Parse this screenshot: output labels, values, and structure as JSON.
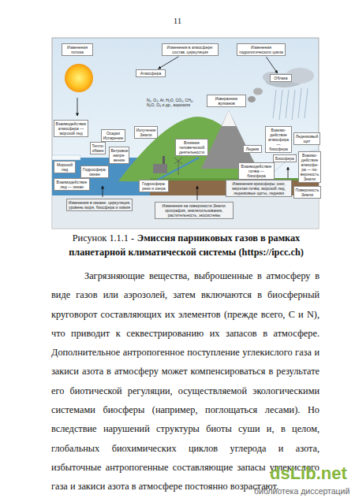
{
  "diagram": {
    "caption": "Эмиссия парниковых газов в рамках планетарной климатической системы (https://ipcc.ch)",
    "nodes": [
      {
        "text": [
          "Изменения потока"
        ]
      },
      {
        "text": [
          "Изменения в атмосфере: состав, циркуляция"
        ]
      },
      {
        "text": [
          "Изменения гидрологического цикла"
        ]
      },
      {
        "text": [
          "Атмосфера"
        ]
      },
      {
        "text": [
          "Облака"
        ]
      },
      {
        "text": [
          "Извержение вулканов"
        ]
      },
      {
        "text": [
          "Взаимодействие атмосфера — морской лед"
        ]
      },
      {
        "text": [
          "Тепло- обмен"
        ]
      },
      {
        "text": [
          "Осадки Испарение"
        ]
      },
      {
        "text": [
          "Ветровое напря- жение"
        ]
      },
      {
        "text": [
          "Излучение Земли"
        ]
      },
      {
        "text": [
          "Влияние человеческой деятельности"
        ]
      },
      {
        "text": [
          "Ледник"
        ]
      },
      {
        "text": [
          "Взаимо- действие атмосфера — биосфера"
        ]
      },
      {
        "text": [
          "Ледниковый щит"
        ]
      },
      {
        "text": [
          "Биосфера"
        ]
      },
      {
        "text": [
          "Взаимо- действие атмосфе- ра — по- верхность Земли"
        ]
      },
      {
        "text": [
          "Взаимодействие почва — биосфера"
        ]
      },
      {
        "text": [
          "Поверхность Земли"
        ]
      },
      {
        "text": [
          "Морской лед"
        ]
      },
      {
        "text": [
          "Гидросфера: океан"
        ]
      },
      {
        "text": [
          "Взаимодействие лед — океан"
        ]
      },
      {
        "text": [
          "Гидросфера: реки и озера"
        ]
      },
      {
        "text": [
          "Изменения в океане: циркуляция, уровень моря, биосфера и химия"
        ]
      },
      {
        "text": [
          "Изменения на поверхности Земли: орография, землепользование, растительность, экосистемы"
        ]
      },
      {
        "text": [
          "Изменения криосферы: снег, мерзлая почва, морской лед, ледниковые щиты, ледники"
        ]
      }
    ],
    "edges": [
      {
        "from": 1,
        "to": 3,
        "arrow": "to"
      },
      {
        "from": 2,
        "to": 4,
        "arrow": "to"
      }
    ],
    "labels": [
      "11",
      "N₂, O₂, Ar, H₂O, CO₂, CH₄, N₂O, O₃ и др., аэрозоли",
      "Рисунок 1.1.1 -",
      "Загрязняющие вещества, выброшенные в атмосферу в виде газов или аэрозолей, затем включаются в биосферный круговорот составляющих их элементов (прежде всего, C и N), что приводит к секвестрированию их запасов в атмосфере. Дополнительное антропогенное поступление углекислого газа и закиси азота в атмосферу может компенсироваться в результате его биотической регуляции, осуществляемой экологическими системами биосферы (например, поглощаться лесами). Но вследствие нарушений структуры биоты суши и, в целом, глобальных биохимических циклов углерода и азота, избыточные антропогенные составляющие запасы углекислого газа и закиси азота в атмосфере постоянно возрастают.",
      "dsLib.net",
      "библиотека диссертаций"
    ]
  }
}
